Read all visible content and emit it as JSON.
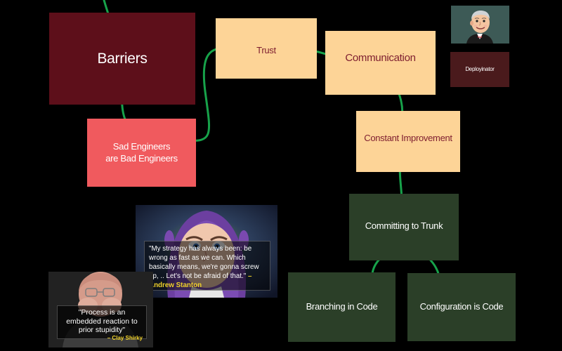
{
  "nodes": {
    "barriers": {
      "label": "Barriers",
      "color": "#5d0f1a",
      "text_color": "#ffffff"
    },
    "sad_engineers": {
      "label": "Sad Engineers\nare Bad Engineers",
      "color": "#f05a5e",
      "text_color": "#ffffff"
    },
    "trust": {
      "label": "Trust",
      "color": "#fdd497",
      "text_color": "#7d1d2f"
    },
    "communication": {
      "label": "Communication",
      "color": "#fdd497",
      "text_color": "#7d1d2f"
    },
    "constant_improvement": {
      "label": "Constant Improvement",
      "color": "#fdd497",
      "text_color": "#7d1d2f"
    },
    "committing_to_trunk": {
      "label": "Committing to Trunk",
      "color": "#2b3f28",
      "text_color": "#ffffff"
    },
    "branching_in_code": {
      "label": "Branching in Code",
      "color": "#2b3f28",
      "text_color": "#ffffff"
    },
    "configuration_is_code": {
      "label": "Configuration is Code",
      "color": "#2b3f28",
      "text_color": "#ffffff"
    },
    "deployinator": {
      "label": "Deployinator",
      "color": "#4a1a1c",
      "text_color": "#ffffff"
    }
  },
  "quotes": {
    "stanton": {
      "text": "\"My strategy has always been: be wrong as fast as we can. Which basically means, we're gonna screw up, .. Let's not be afraid of that.\"",
      "attribution": "– Andrew Stanton"
    },
    "shirky": {
      "text": "\"Process is an embedded reaction to prior stupidity\"",
      "attribution": "– Clay Shirky"
    }
  },
  "icons": {
    "jenkins": "jenkins-butler-icon"
  },
  "colors": {
    "background": "#000000",
    "connector": "#17a24a",
    "connector_dot": "#1ea64d"
  }
}
